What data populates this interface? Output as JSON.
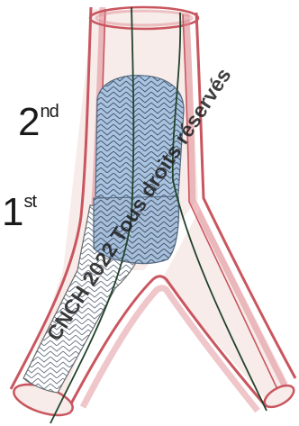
{
  "labels": {
    "second": {
      "base": "2",
      "suffix": "nd"
    },
    "first": {
      "base": "1",
      "suffix": "st"
    }
  },
  "watermark": "CNCH 2022 Tous droits réservés",
  "colors": {
    "vessel_wall": "#d9737a",
    "vessel_wall_dark": "#b85059",
    "vessel_lumen": "#f5e9e6",
    "stent_fill": "#a9c4e2",
    "stent_stroke": "#5b6f86",
    "wire": "#25452e",
    "text": "#1a1a1a"
  }
}
